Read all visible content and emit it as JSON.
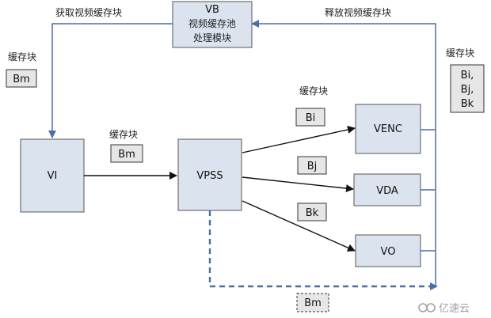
{
  "vb": {
    "title": "VB",
    "line1": "视频缓存池",
    "line2": "处理模块"
  },
  "labels": {
    "get_buffer": "获取视频缓存块",
    "release_buffer": "释放视频缓存块",
    "buffer_left": "缓存块",
    "buffer_mid": "缓存块",
    "buffer_upper": "缓存块",
    "buffer_right": "缓存块"
  },
  "tags": {
    "bm_left": "Bm",
    "bm_mid": "Bm",
    "bi": "Bi",
    "bj": "Bj",
    "bk": "Bk",
    "right_multi": [
      "Bi,",
      "Bj,",
      "Bk"
    ],
    "bm_bottom": "Bm"
  },
  "modules": {
    "vi": "VI",
    "vpss": "VPSS",
    "venc": "VENC",
    "vda": "VDA",
    "vo": "VO"
  },
  "watermark": {
    "text": "亿速云"
  },
  "colors": {
    "box_fill": "#dbe3ee",
    "line_blue": "#4a6fa5",
    "tag_fill": "#e6e6e6"
  }
}
